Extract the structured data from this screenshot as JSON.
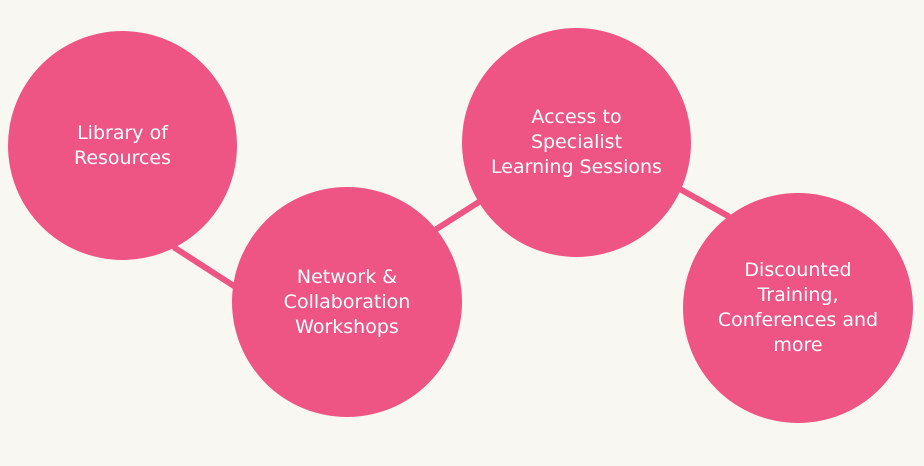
{
  "colors": {
    "background": "#f9f7f2",
    "node_fill": "#ee5584",
    "connector": "#ee5584",
    "text": "#ffffff"
  },
  "nodes": [
    {
      "label": "Library of\nResources"
    },
    {
      "label": "Network &\nCollaboration\nWorkshops"
    },
    {
      "label": "Access to\nSpecialist\nLearning Sessions"
    },
    {
      "label": "Discounted\nTraining,\nConferences and\nmore"
    }
  ]
}
